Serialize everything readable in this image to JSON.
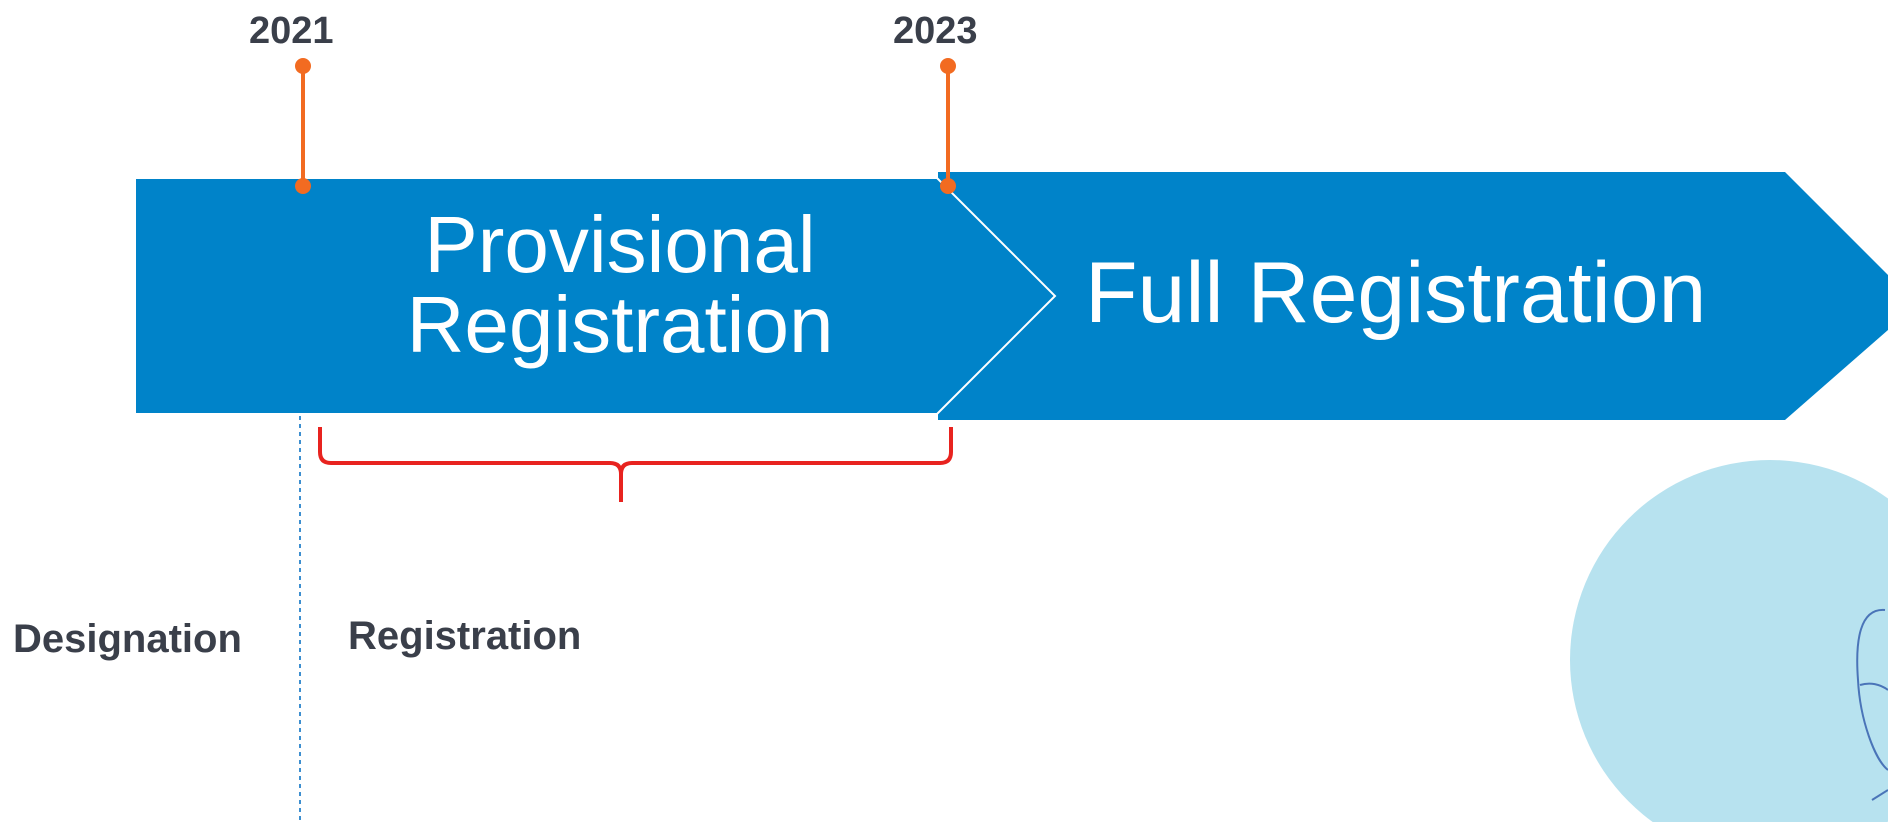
{
  "milestones": [
    {
      "year": "2021"
    },
    {
      "year": "2023"
    }
  ],
  "stages": {
    "provisional": {
      "line1": "Provisional",
      "line2": "Registration"
    },
    "full": {
      "label": "Full Registration"
    }
  },
  "labels": {
    "designation": "Designation",
    "registration": "Registration"
  },
  "colors": {
    "arrow_blue": "#0083c9",
    "milestone_orange": "#f26b21",
    "bracket_red": "#e8231f",
    "text_dark": "#3a3f4a",
    "illustration_circle": "#b7e2ef"
  }
}
